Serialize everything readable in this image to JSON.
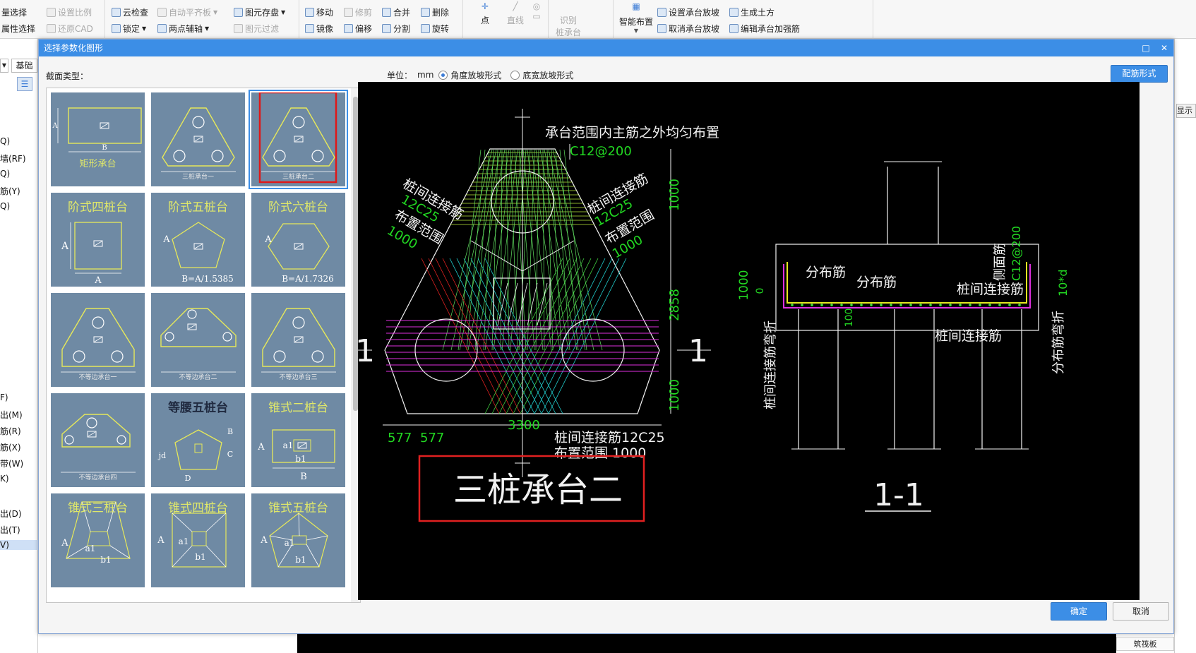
{
  "ribbon": {
    "items": [
      {
        "id": "set-scale",
        "label": "设置比例",
        "disabled": true
      },
      {
        "id": "restore-cad",
        "label": "还原CAD",
        "disabled": true
      },
      {
        "id": "cloud-check",
        "label": "云检查",
        "disabled": false
      },
      {
        "id": "lock",
        "label": "锁定",
        "disabled": false
      },
      {
        "id": "auto-slab",
        "label": "自动平齐板",
        "disabled": true
      },
      {
        "id": "two-point-aux",
        "label": "两点辅轴",
        "disabled": false
      },
      {
        "id": "save-element",
        "label": "图元存盘",
        "disabled": false
      },
      {
        "id": "filter-element",
        "label": "图元过滤",
        "disabled": true
      },
      {
        "id": "move",
        "label": "移动",
        "disabled": false
      },
      {
        "id": "mirror",
        "label": "镜像",
        "disabled": false
      },
      {
        "id": "trim",
        "label": "修剪",
        "disabled": true
      },
      {
        "id": "offset",
        "label": "偏移",
        "disabled": false
      },
      {
        "id": "merge",
        "label": "合并",
        "disabled": false
      },
      {
        "id": "split",
        "label": "分割",
        "disabled": false
      },
      {
        "id": "delete",
        "label": "删除",
        "disabled": false
      },
      {
        "id": "rotate",
        "label": "旋转",
        "disabled": false
      },
      {
        "id": "point",
        "label": "点",
        "disabled": false
      },
      {
        "id": "line",
        "label": "直线",
        "disabled": true
      },
      {
        "id": "identify",
        "label": "识别",
        "disabled": true
      },
      {
        "id": "pile-cap",
        "label": "桩承台",
        "disabled": true
      },
      {
        "id": "smart-layout",
        "label": "智能布置",
        "disabled": false
      },
      {
        "id": "set-slope",
        "label": "设置承台放坡",
        "disabled": false
      },
      {
        "id": "cancel-slope",
        "label": "取消承台放坡",
        "disabled": false
      },
      {
        "id": "gen-earthwork",
        "label": "生成土方",
        "disabled": false
      },
      {
        "id": "edit-reinforce",
        "label": "编辑承台加强筋",
        "disabled": false
      }
    ],
    "left_labels": [
      "量选择",
      "属性选择"
    ]
  },
  "leftstrip": {
    "dropdown": "",
    "tab": "基础",
    "items": [
      "Q)",
      "墙(RF)",
      "Q)",
      "筋(Y)",
      "Q)",
      "F)",
      "出(M)",
      "筋(R)",
      "筋(X)",
      "带(W)",
      "K)",
      "出(D)",
      "出(T)",
      "V)"
    ]
  },
  "rightstrip": {
    "label": "显示"
  },
  "bottomstrip": {
    "label": "筑筏板"
  },
  "dialog": {
    "title": "选择参数化图形",
    "section_label": "截面类型：",
    "unit_label": "单位：",
    "unit_value": "mm",
    "radio_options": [
      {
        "label": "角度放坡形式",
        "checked": true
      },
      {
        "label": "底宽放坡形式",
        "checked": false
      }
    ],
    "rebar_button": "配筋形式",
    "ok_button": "确定",
    "cancel_button": "取消",
    "selected_index": 2
  },
  "shapes": [
    {
      "name": "矩形承台",
      "kind": "rect"
    },
    {
      "name": "三桩承台一",
      "kind": "tri1"
    },
    {
      "name": "三桩承台二",
      "kind": "tri2"
    },
    {
      "name": "阶式四桩台",
      "kind": "square",
      "bottom": "A"
    },
    {
      "name": "阶式五桩台",
      "kind": "pentagon",
      "bottom": "B=A/1.5385"
    },
    {
      "name": "阶式六桩台",
      "kind": "hexagon",
      "bottom": "B=A/1.7326"
    },
    {
      "name": "不等边承台一",
      "kind": "uneq1"
    },
    {
      "name": "不等边承台二",
      "kind": "uneq2"
    },
    {
      "name": "不等边承台三",
      "kind": "uneq3"
    },
    {
      "name": "不等边承台四",
      "kind": "uneq4"
    },
    {
      "name": "等腰五桩台",
      "kind": "isopent"
    },
    {
      "name": "锥式二桩台",
      "kind": "cone2",
      "bottom": "B"
    },
    {
      "name": "锥式三桩台",
      "kind": "cone3"
    },
    {
      "name": "锥式四桩台",
      "kind": "cone4"
    },
    {
      "name": "锥式五桩台",
      "kind": "cone5"
    }
  ],
  "cell_labels": {
    "A": "A",
    "B": "B",
    "C": "C",
    "D": "D",
    "jd": "jd",
    "a1": "a1",
    "b1": "b1"
  },
  "preview": {
    "title": "三桩承台二",
    "section_title": "1-1",
    "section_mark": "1",
    "top_text": "承台范围内主筋之外均匀布置",
    "top_rebar": "C12@200",
    "left_lbl1": "桩间连接筋",
    "left_lbl2": "12C25",
    "left_lbl3": "布置范围",
    "left_lbl4": "1000",
    "right_lbl1": "桩间连接筋",
    "right_lbl2": "12C25",
    "right_lbl3": "布置范围",
    "right_lbl4": "1000",
    "dim_1000a": "1000",
    "dim_2858": "2858",
    "dim_1000b": "1000",
    "dim_577a": "577",
    "dim_577b": "577",
    "dim_3300": "3300",
    "bottom_lbl1": "桩间连接筋12C25",
    "bottom_lbl2": "布置范围 1000",
    "sec_dist1": "分布筋",
    "sec_dist2": "分布筋",
    "sec_conn": "桩间连接筋",
    "sec_conn2": "桩间连接筋",
    "sec_side": "侧面筋",
    "sec_side_rebar": "C12@200",
    "sec_left_vert": "桩间连接筋弯折",
    "sec_right_vert": "分布筋弯折",
    "sec_1000": "1000",
    "sec_0": "0",
    "sec_100": "100",
    "sec_10d": "10*d"
  }
}
